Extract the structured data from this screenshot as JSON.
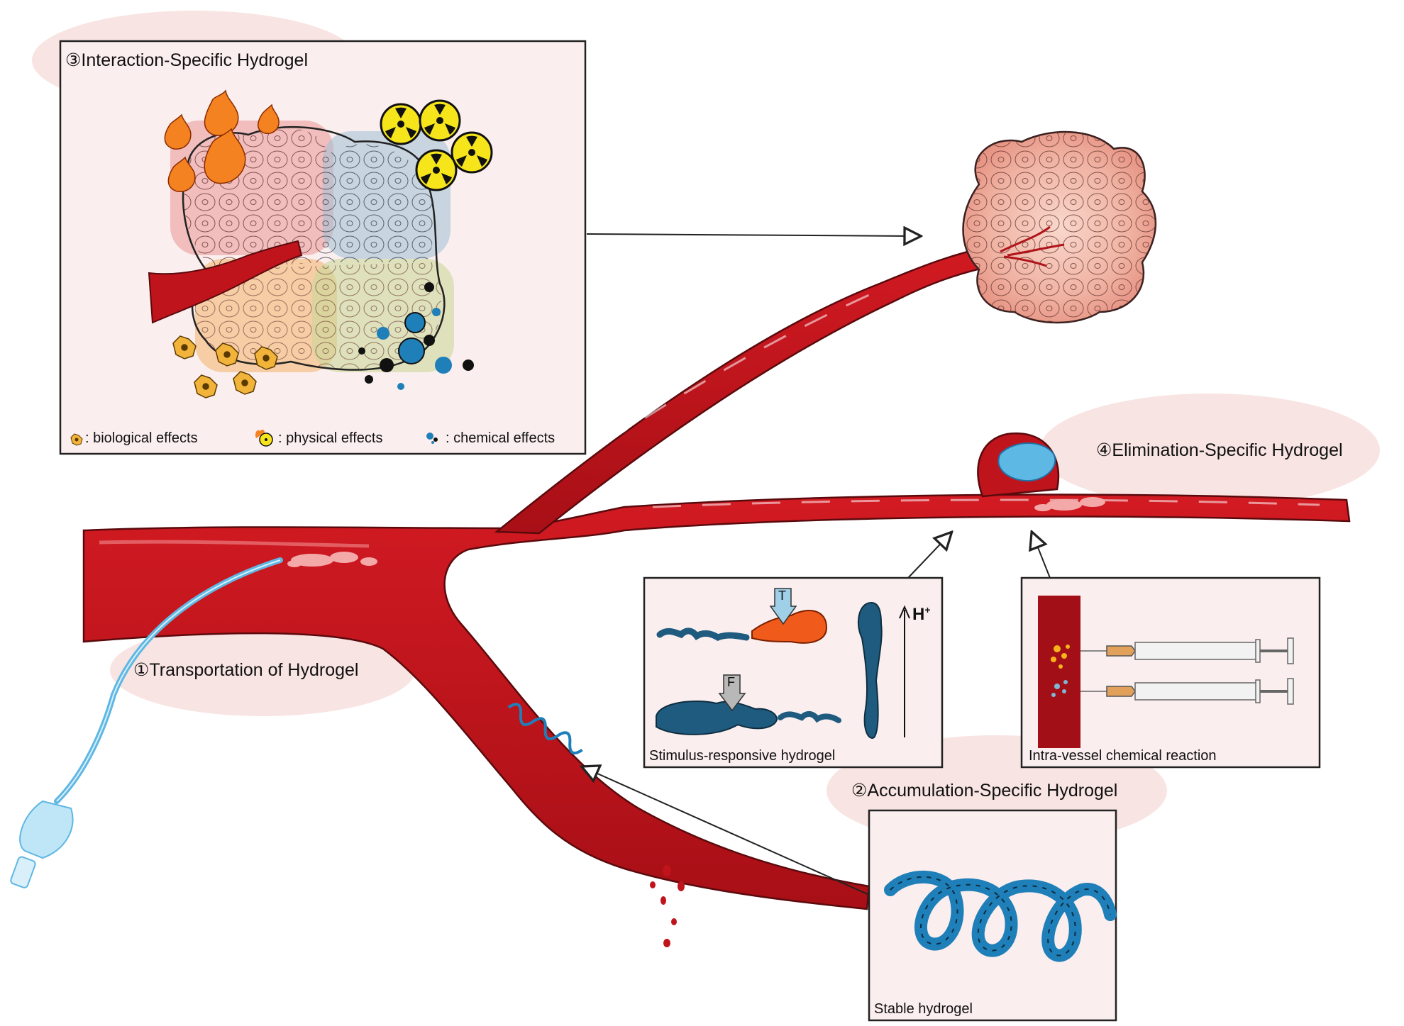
{
  "sections": {
    "transport": {
      "title": "①Transportation of Hydrogel"
    },
    "accumulation": {
      "title": "②Accumulation-Specific Hydrogel",
      "stimulus_caption": "Stimulus-responsive hydrogel",
      "stimulus_temp_label": "T",
      "stimulus_force_label": "F",
      "stimulus_ph_label": "H",
      "stimulus_ph_sup": "+",
      "chemical_caption": "Intra-vessel chemical reaction",
      "stable_caption": "Stable hydrogel"
    },
    "interaction": {
      "title": "③Interaction-Specific Hydrogel",
      "legend": [
        {
          "text": ": biological effects",
          "icon": "cell-icon"
        },
        {
          "text": ": physical effects",
          "icon": "fire-radiation-icon"
        },
        {
          "text": ": chemical effects",
          "icon": "dots-icon"
        }
      ]
    },
    "elimination": {
      "title": "④Elimination-Specific Hydrogel"
    }
  },
  "colors": {
    "vessel": "#c0141c",
    "vessel_dark": "#8a0d12",
    "hydrogel_blue": "#1f7fb8",
    "tumor_pink": "#f3b4a6",
    "panel_bg": "#fbeeee",
    "oval_pink": "#f8e4e2",
    "catheter": "#5fb7e3"
  }
}
